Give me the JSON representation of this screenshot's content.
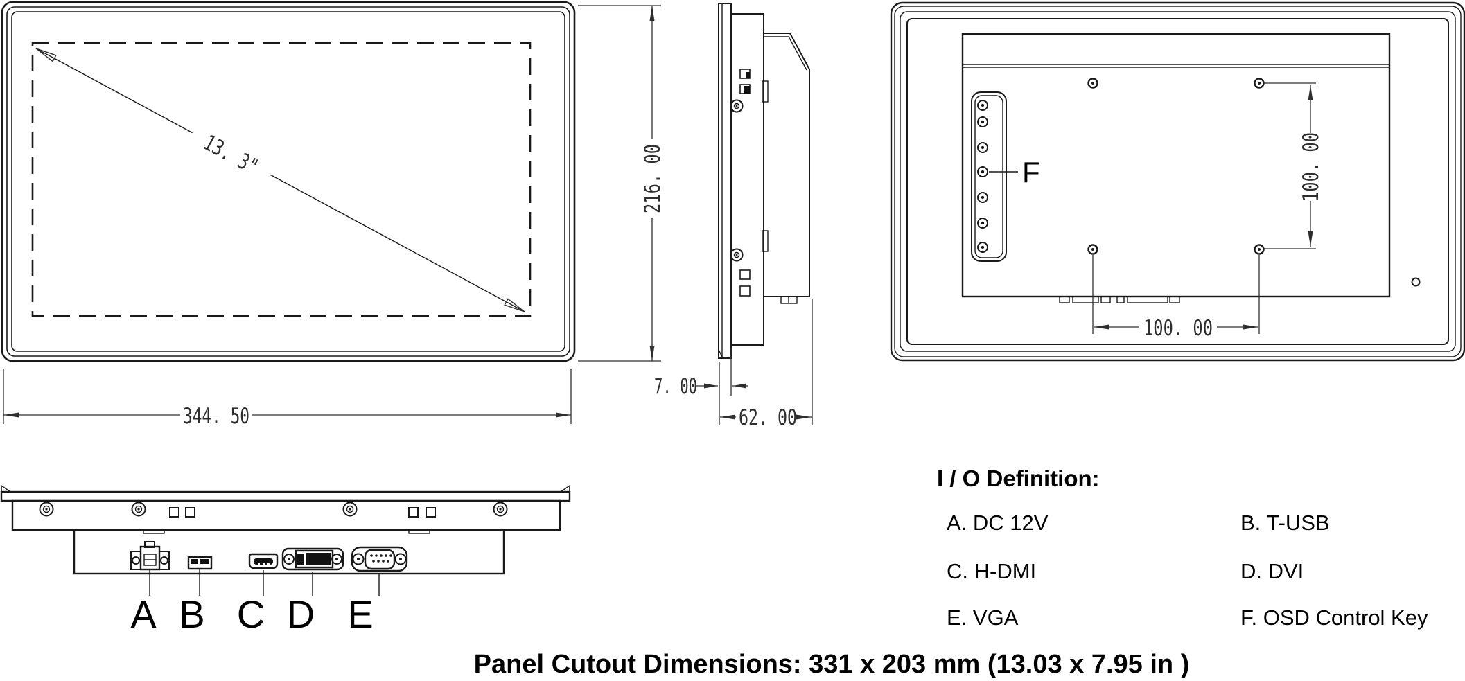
{
  "drawing": {
    "front_view": {
      "diagonal_label": "13. 3\"",
      "height_dim": "216. 00",
      "width_dim": "344. 50"
    },
    "side_view": {
      "bezel_dim": "7. 00",
      "depth_dim": "62. 00"
    },
    "rear_view": {
      "vesa_vertical_dim": "100. 00",
      "vesa_horizontal_dim": "100. 00",
      "osd_key_label": "F"
    },
    "bottom_view": {
      "port_labels": [
        "A",
        "B",
        "C",
        "D",
        "E"
      ]
    },
    "io_definition": {
      "title": "I / O Definition:",
      "left_items": [
        "A. DC 12V",
        "C. H-DMI",
        "E. VGA"
      ],
      "right_items": [
        "B. T-USB",
        "D. DVI",
        "F. OSD Control Key"
      ]
    },
    "caption": "Panel Cutout Dimensions: 331 x 203 mm (13.03 x 7.95 in )"
  },
  "colors": {
    "line": "#1a1a1a",
    "dim_text": "#2e2e2e",
    "text": "#000000",
    "background": "#ffffff"
  }
}
